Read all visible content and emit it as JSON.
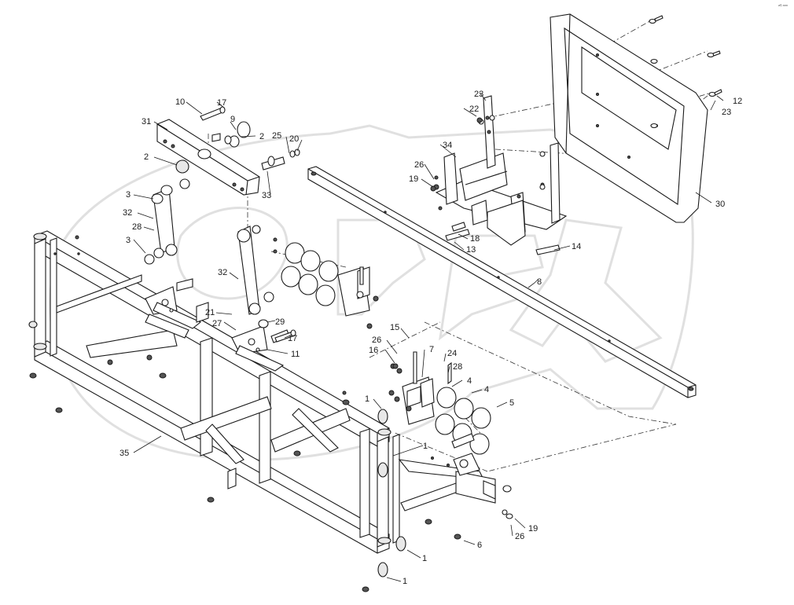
{
  "drawing_code": "a¶ ann",
  "part_numbers": {
    "p1": "1",
    "p2": "2",
    "p3": "3",
    "p4": "4",
    "p5": "5",
    "p6": "6",
    "p7": "7",
    "p8": "8",
    "p9": "9",
    "p10": "10",
    "p11": "11",
    "p12": "12",
    "p13": "13",
    "p14": "14",
    "p15": "15",
    "p16": "16",
    "p17": "17",
    "p18": "18",
    "p19": "19",
    "p20": "20",
    "p21": "21",
    "p22": "22",
    "p23": "23",
    "p24": "24",
    "p25": "25",
    "p26": "26",
    "p27": "27",
    "p28": "28",
    "p29": "29",
    "p30": "30",
    "p31": "31",
    "p32": "32",
    "p33": "33",
    "p34": "34",
    "p35": "35"
  }
}
